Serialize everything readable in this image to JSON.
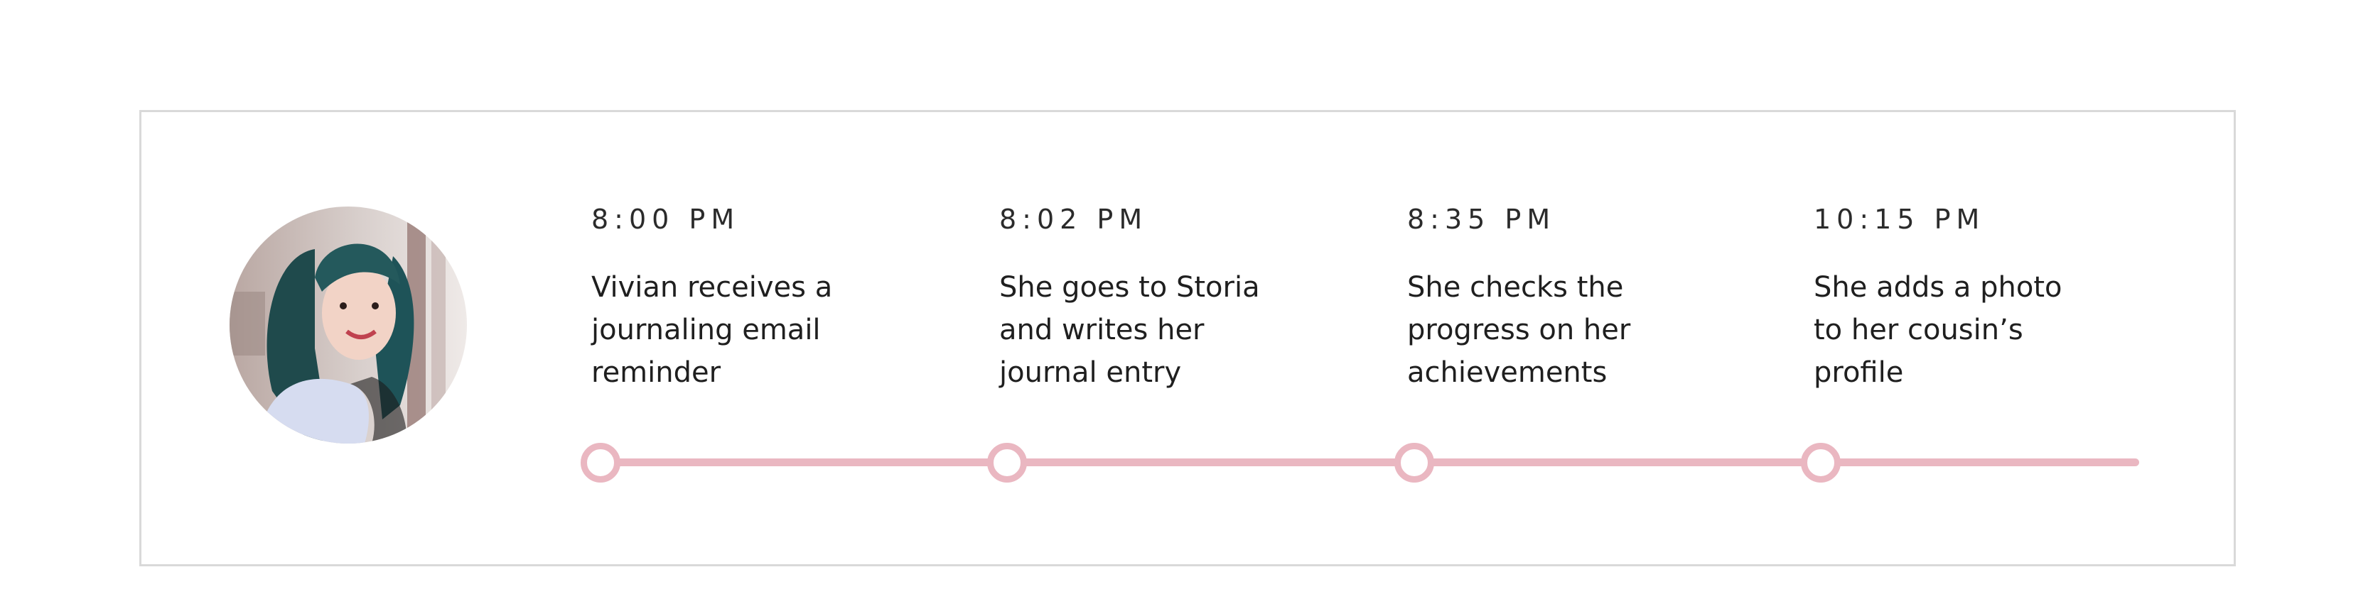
{
  "avatar": {
    "alt": "Vivian",
    "icon": "person-photo-icon"
  },
  "timeline": {
    "accent_color": "#eab7c1",
    "steps": [
      {
        "time": "8:00 PM",
        "lines": [
          "Vivian receives a",
          "journaling email",
          "reminder"
        ]
      },
      {
        "time": "8:02 PM",
        "lines": [
          "She goes to Storia",
          "and writes her",
          "journal entry"
        ]
      },
      {
        "time": "8:35 PM",
        "lines": [
          "She checks the",
          "progress on her",
          "achievements"
        ]
      },
      {
        "time": "10:15 PM",
        "lines": [
          "She adds a photo",
          "to her cousin’s",
          "profile"
        ]
      }
    ]
  }
}
